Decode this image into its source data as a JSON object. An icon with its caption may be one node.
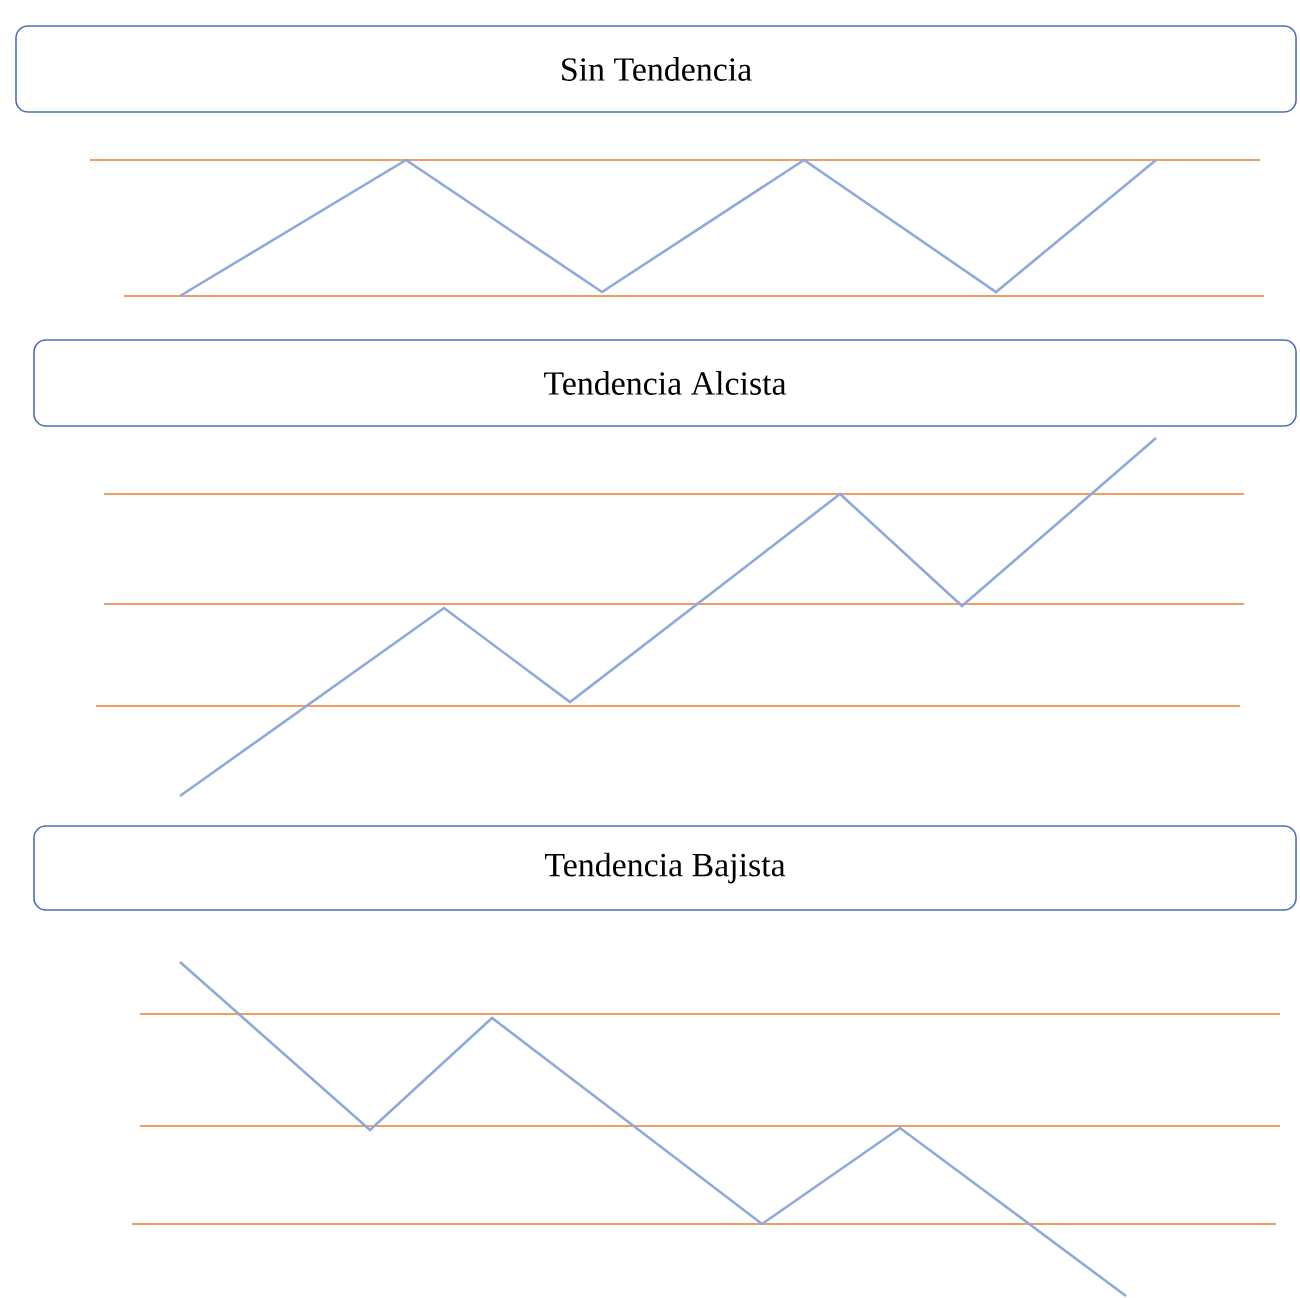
{
  "diagram": {
    "nodes": [
      {
        "text": [
          "Sin Tendencia"
        ]
      },
      {
        "text": [
          "Tendencia Alcista"
        ]
      },
      {
        "text": [
          "Tendencia Bajista"
        ]
      }
    ]
  }
}
